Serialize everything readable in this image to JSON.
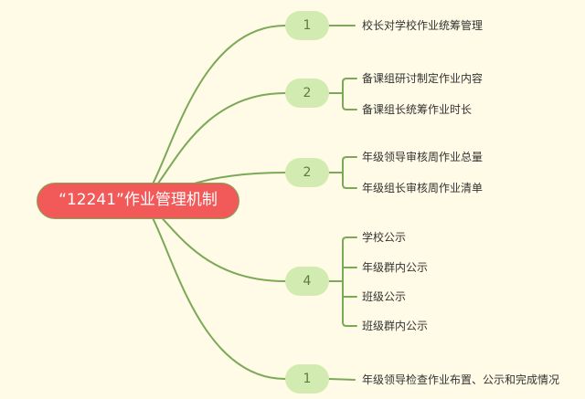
{
  "root": {
    "label": "“12241”作业管理机制"
  },
  "branches": [
    {
      "label": "1",
      "children": [
        "校长对学校作业统筹管理"
      ]
    },
    {
      "label": "2",
      "children": [
        "备课组研讨制定作业内容",
        "备课组长统筹作业时长"
      ]
    },
    {
      "label": "2",
      "children": [
        "年级领导审核周作业总量",
        "年级组长审核周作业清单"
      ]
    },
    {
      "label": "4",
      "children": [
        "学校公示",
        "年级群内公示",
        "班级公示",
        "班级群内公示"
      ]
    },
    {
      "label": "1",
      "children": [
        "年级领导检查作业布置、公示和完成情况"
      ]
    }
  ],
  "colors": {
    "background": "#fffbe6",
    "root_fill": "#f25a5a",
    "branch_fill": "#d2ebb0",
    "connector": "#7aa958"
  }
}
